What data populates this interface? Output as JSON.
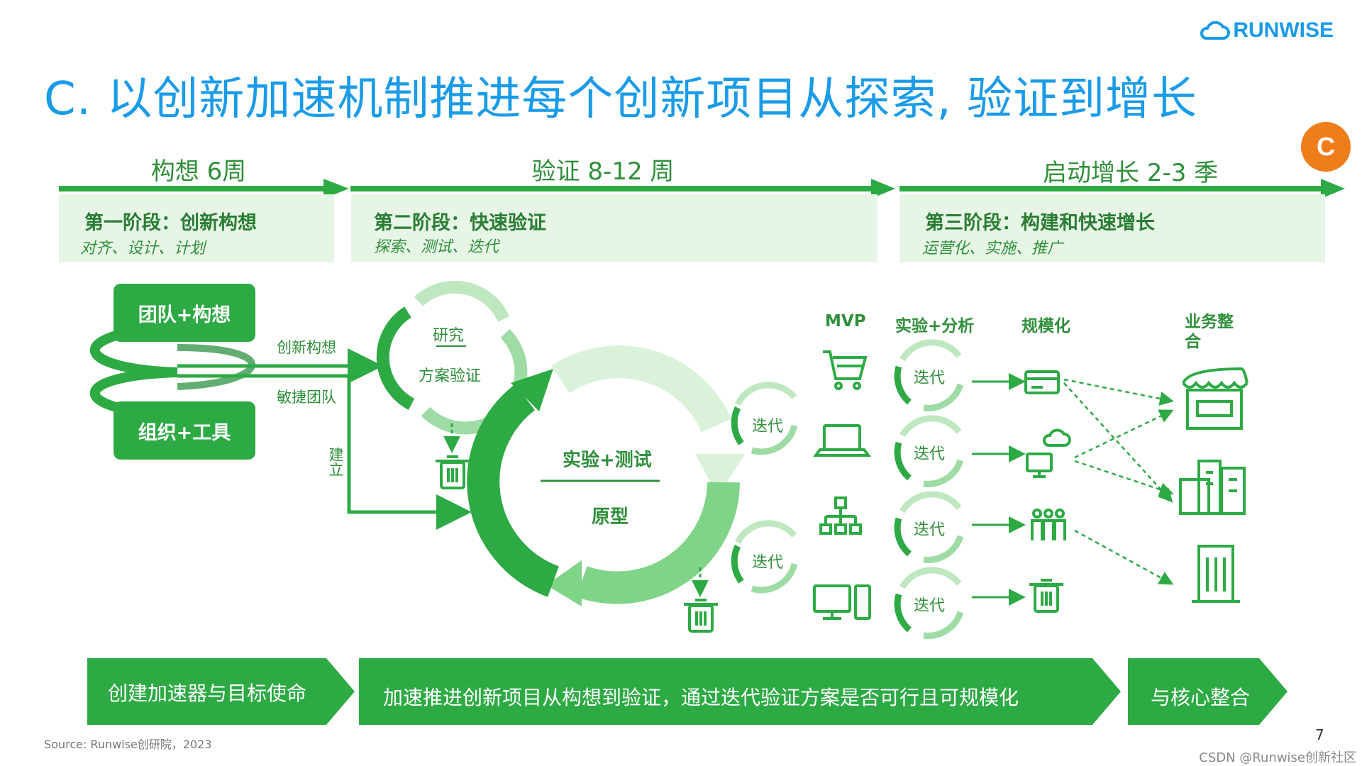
{
  "logo": {
    "text": "RUNWISE",
    "icon": "cloud-logo-icon"
  },
  "title": "C. 以创新加速机制推进每个创新项目从探索, 验证到增长",
  "badge": "C",
  "phases": [
    {
      "header": "构想 6周",
      "stage_title": "第一阶段：创新构想",
      "stage_sub": "对齐、设计、计划"
    },
    {
      "header": "验证 8-12 周",
      "stage_title": "第二阶段：快速验证",
      "stage_sub": "探索、测试、迭代"
    },
    {
      "header": "启动增长 2-3 季",
      "stage_title": "第三阶段：构建和快速增长",
      "stage_sub": "运营化、实施、推广"
    }
  ],
  "left": {
    "box_top": "团队+构想",
    "box_bottom": "组织+工具",
    "label_idea": "创新构想",
    "label_team": "敏捷团队",
    "label_build": "建立"
  },
  "research_cycle": {
    "top": "研究",
    "bottom": "方案验证"
  },
  "big_cycle": {
    "top": "实验+测试",
    "bottom": "原型"
  },
  "iterate_label": "迭代",
  "columns": {
    "mvp": "MVP",
    "exp": "实验+分析",
    "scale": "规模化",
    "integrate": "业务整合"
  },
  "chevrons": [
    "创建加速器与目标使命",
    "加速推进创新项目从构想到验证，通过迭代验证方案是否可行且可规模化",
    "与核心整合"
  ],
  "source": "Source: Runwise创研院，2023",
  "page_number": "7",
  "watermark": "CSDN @Runwise创新社区",
  "colors": {
    "green_dark": "#2eaa45",
    "green_light": "#e7f5e6",
    "title_blue": "#1a9be8",
    "badge_orange": "#ee7d1a"
  }
}
